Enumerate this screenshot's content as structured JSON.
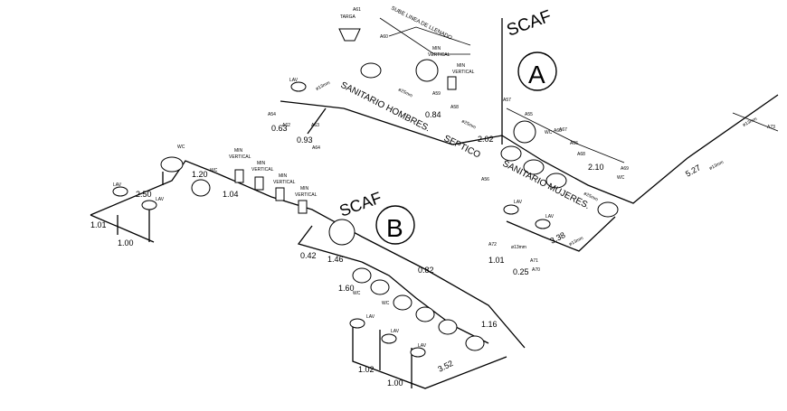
{
  "scaf_a": {
    "label": "SCAF",
    "letter": "A"
  },
  "scaf_b": {
    "label": "SCAF",
    "letter": "B"
  },
  "sections": {
    "hombres": "SANITARIO HOMBRES.",
    "septico": "SEPTICO",
    "mujeres": "SANITARIO MUJERES.",
    "sube": "SUBE LINEA DE LLENADO"
  },
  "fixtures": {
    "targa": "TARGA",
    "lav": "LAV",
    "wc": "WC",
    "min": "MIN",
    "vertical": "VERTICAL"
  },
  "dimensions": [
    "0.84",
    "2.02",
    "0.63",
    "0.93",
    "2.10",
    "5.27",
    "1.01",
    "1.00",
    "2.50",
    "1.20",
    "1.04",
    "0.42",
    "1.46",
    "1.60",
    "0.82",
    "1.02",
    "1.00",
    "3.52",
    "1.01",
    "0.25",
    "3.38",
    "1.16"
  ],
  "nodes": [
    "A61",
    "A60",
    "A59",
    "A58",
    "A57",
    "A56",
    "A55",
    "A54",
    "A62",
    "A63",
    "A64",
    "A65",
    "A66",
    "A67",
    "A68",
    "A69",
    "A70",
    "A71",
    "A72",
    "A73"
  ],
  "pipes": {
    "d13": "ø13mm",
    "d25": "ø25mm"
  }
}
